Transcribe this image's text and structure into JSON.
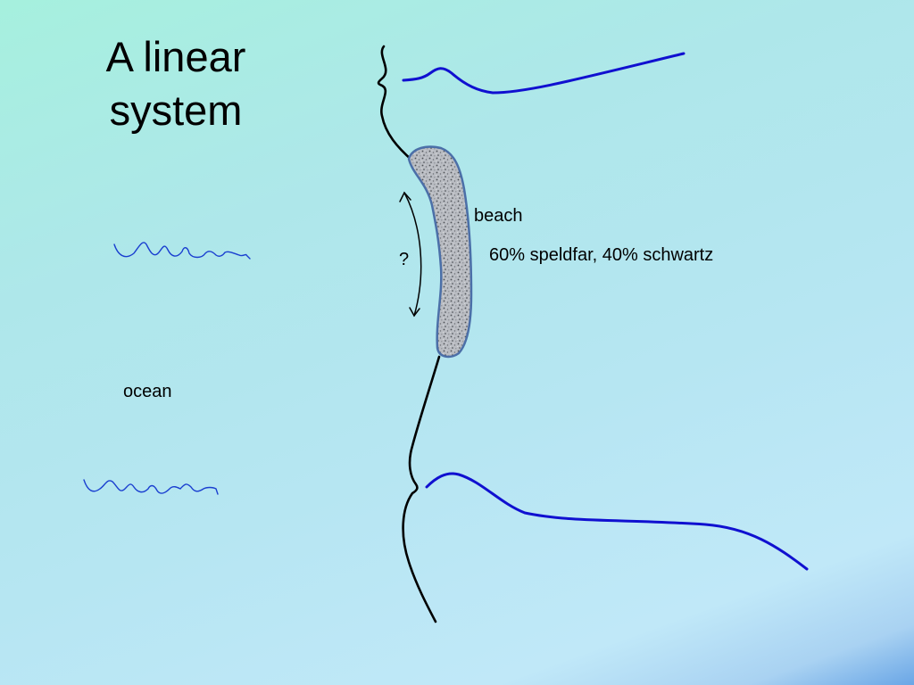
{
  "slide": {
    "title": "A linear system"
  },
  "labels": {
    "beach": "beach",
    "composition": "60% speldfar, 40% schwartz",
    "question": "?",
    "ocean": "ocean"
  },
  "colors": {
    "coastline": "#000000",
    "inland_boundary": "#1010d0",
    "waves": "#1a3fd0",
    "sand_fill": "#b9bcc2",
    "sand_outline": "#4b6fa8"
  },
  "icons": [
    "double-headed-arrow-icon",
    "wave-icon"
  ]
}
